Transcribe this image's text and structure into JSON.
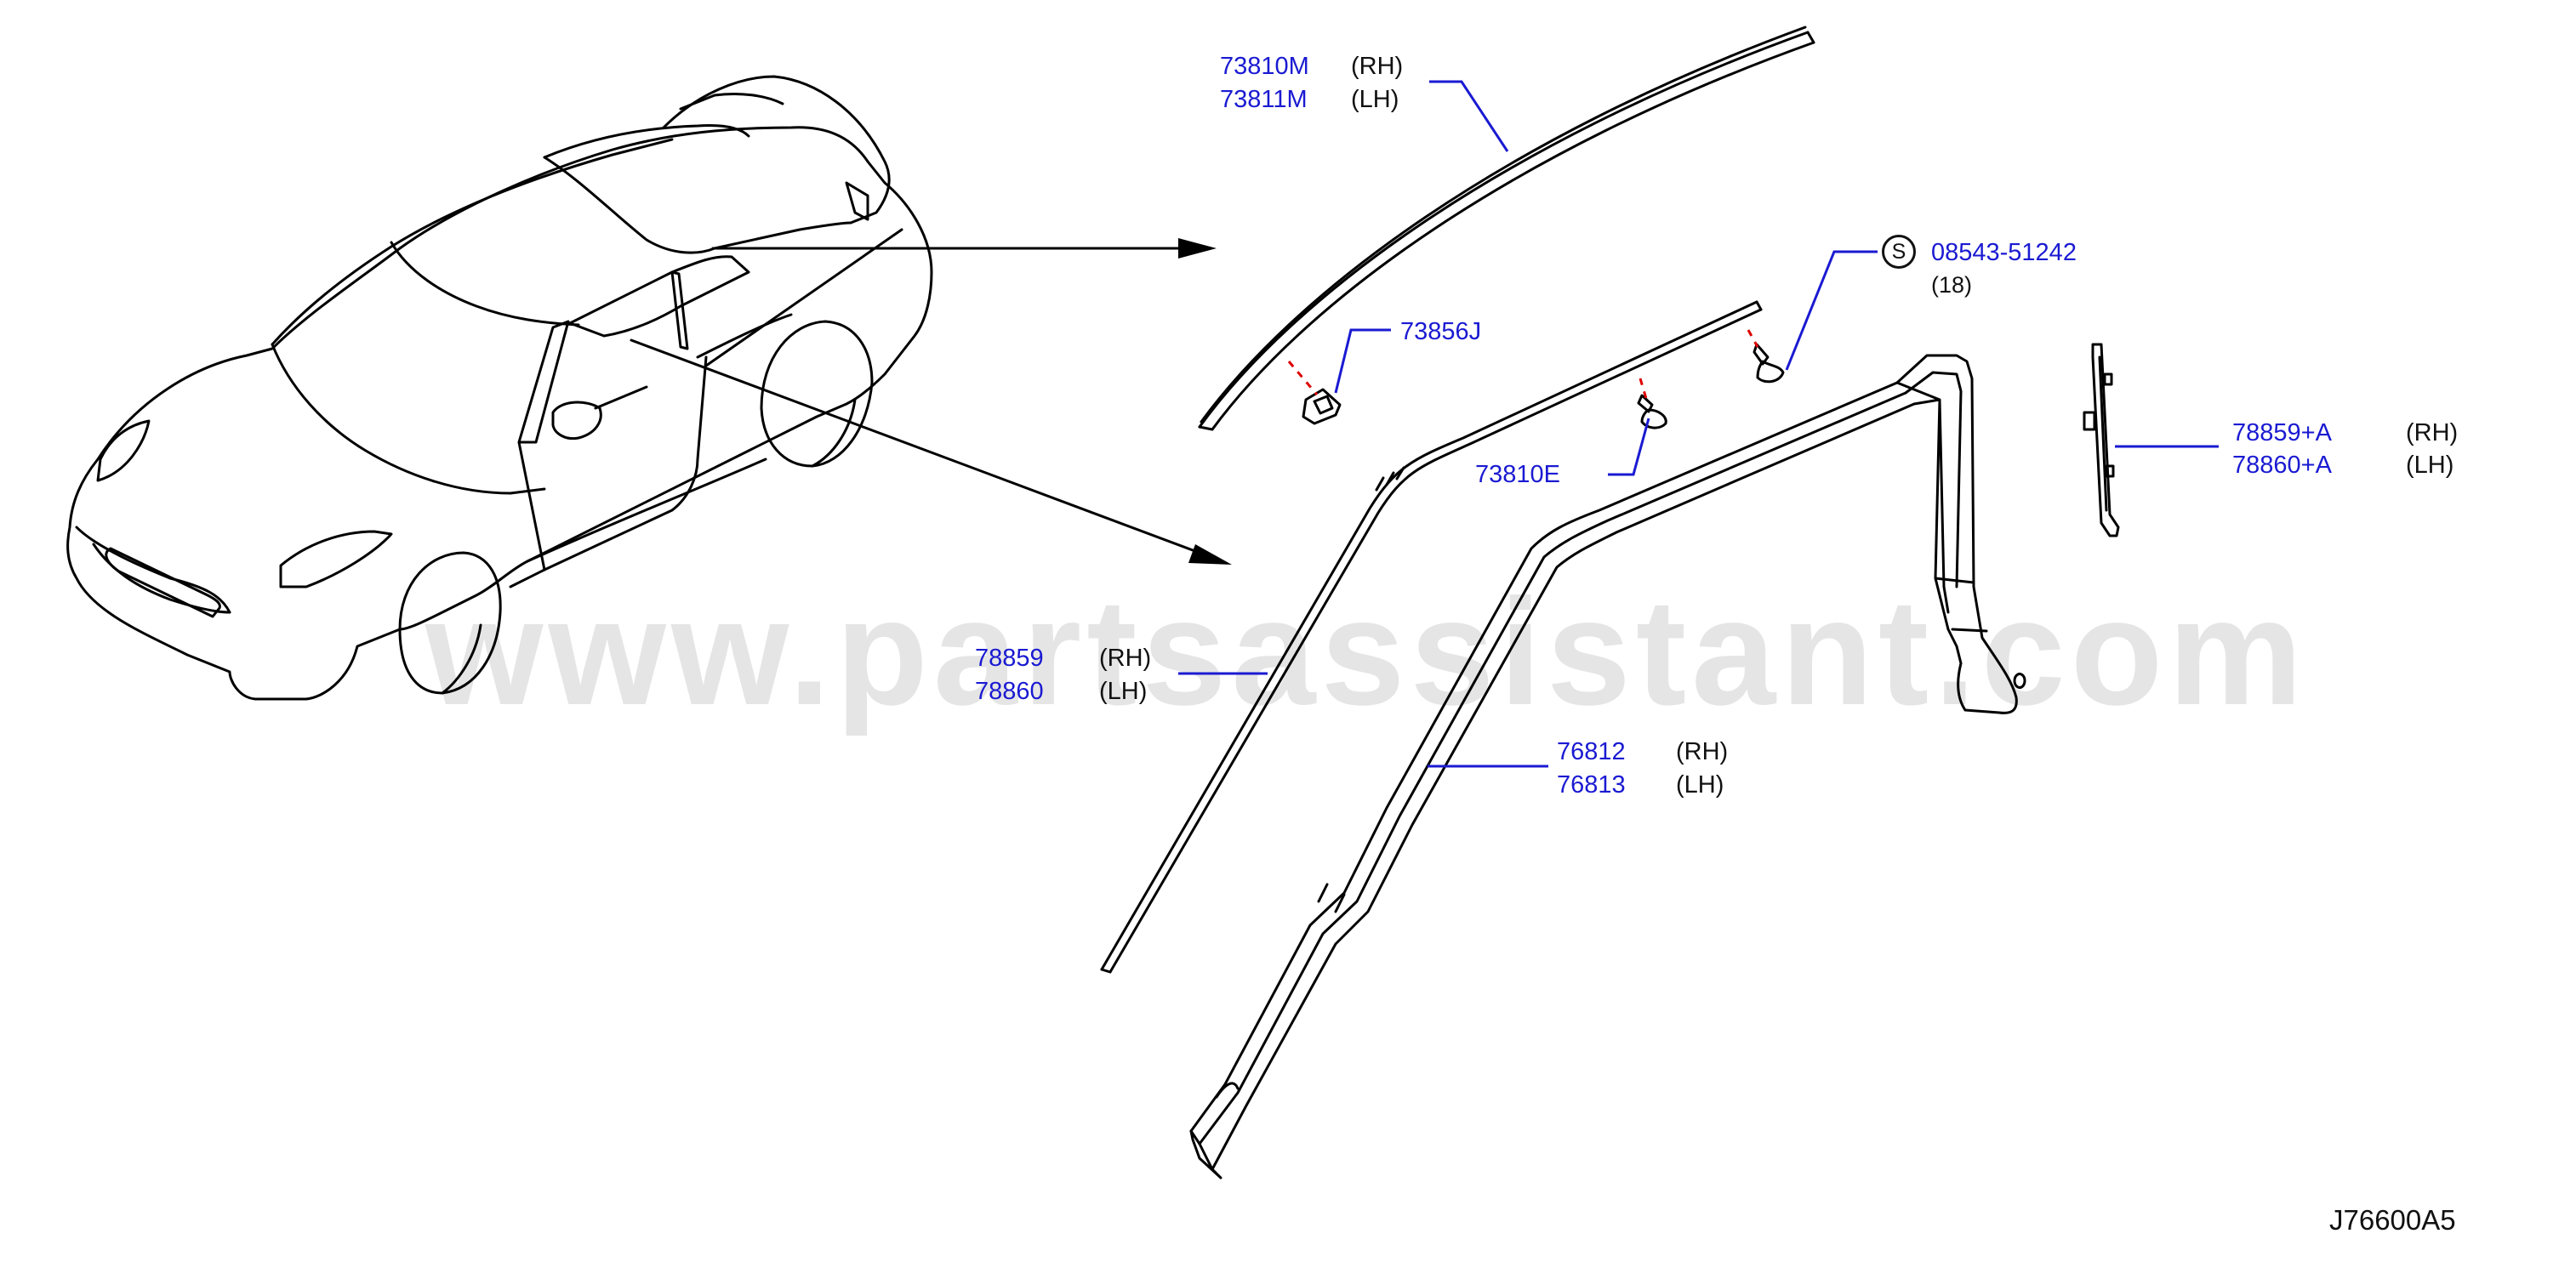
{
  "diagram": {
    "watermark": "www.partsassistant.com",
    "diagram_code": "J76600A5",
    "colors": {
      "part_number": "#1a1ad2",
      "leader_line": "#1a1ad2",
      "line_art": "#000000",
      "dash_hint": "#dd0000",
      "watermark": "#aaaaaa"
    },
    "callouts": {
      "c73810": {
        "part_rh": "73810M",
        "side_rh": "(RH)",
        "part_lh": "73811M",
        "side_lh": "(LH)"
      },
      "c73856": {
        "part": "73856J"
      },
      "c08543": {
        "badge": "S",
        "part": "08543-51242",
        "qty": "(18)"
      },
      "c73810e": {
        "part": "73810E"
      },
      "c78859a": {
        "part_rh": "78859+A",
        "side_rh": "(RH)",
        "part_lh": "78860+A",
        "side_lh": "(LH)"
      },
      "c78859": {
        "part_rh": "78859",
        "side_rh": "(RH)",
        "part_lh": "78860",
        "side_lh": "(LH)"
      },
      "c76812": {
        "part_rh": "76812",
        "side_rh": "(RH)",
        "part_lh": "76813",
        "side_lh": "(LH)"
      }
    }
  }
}
